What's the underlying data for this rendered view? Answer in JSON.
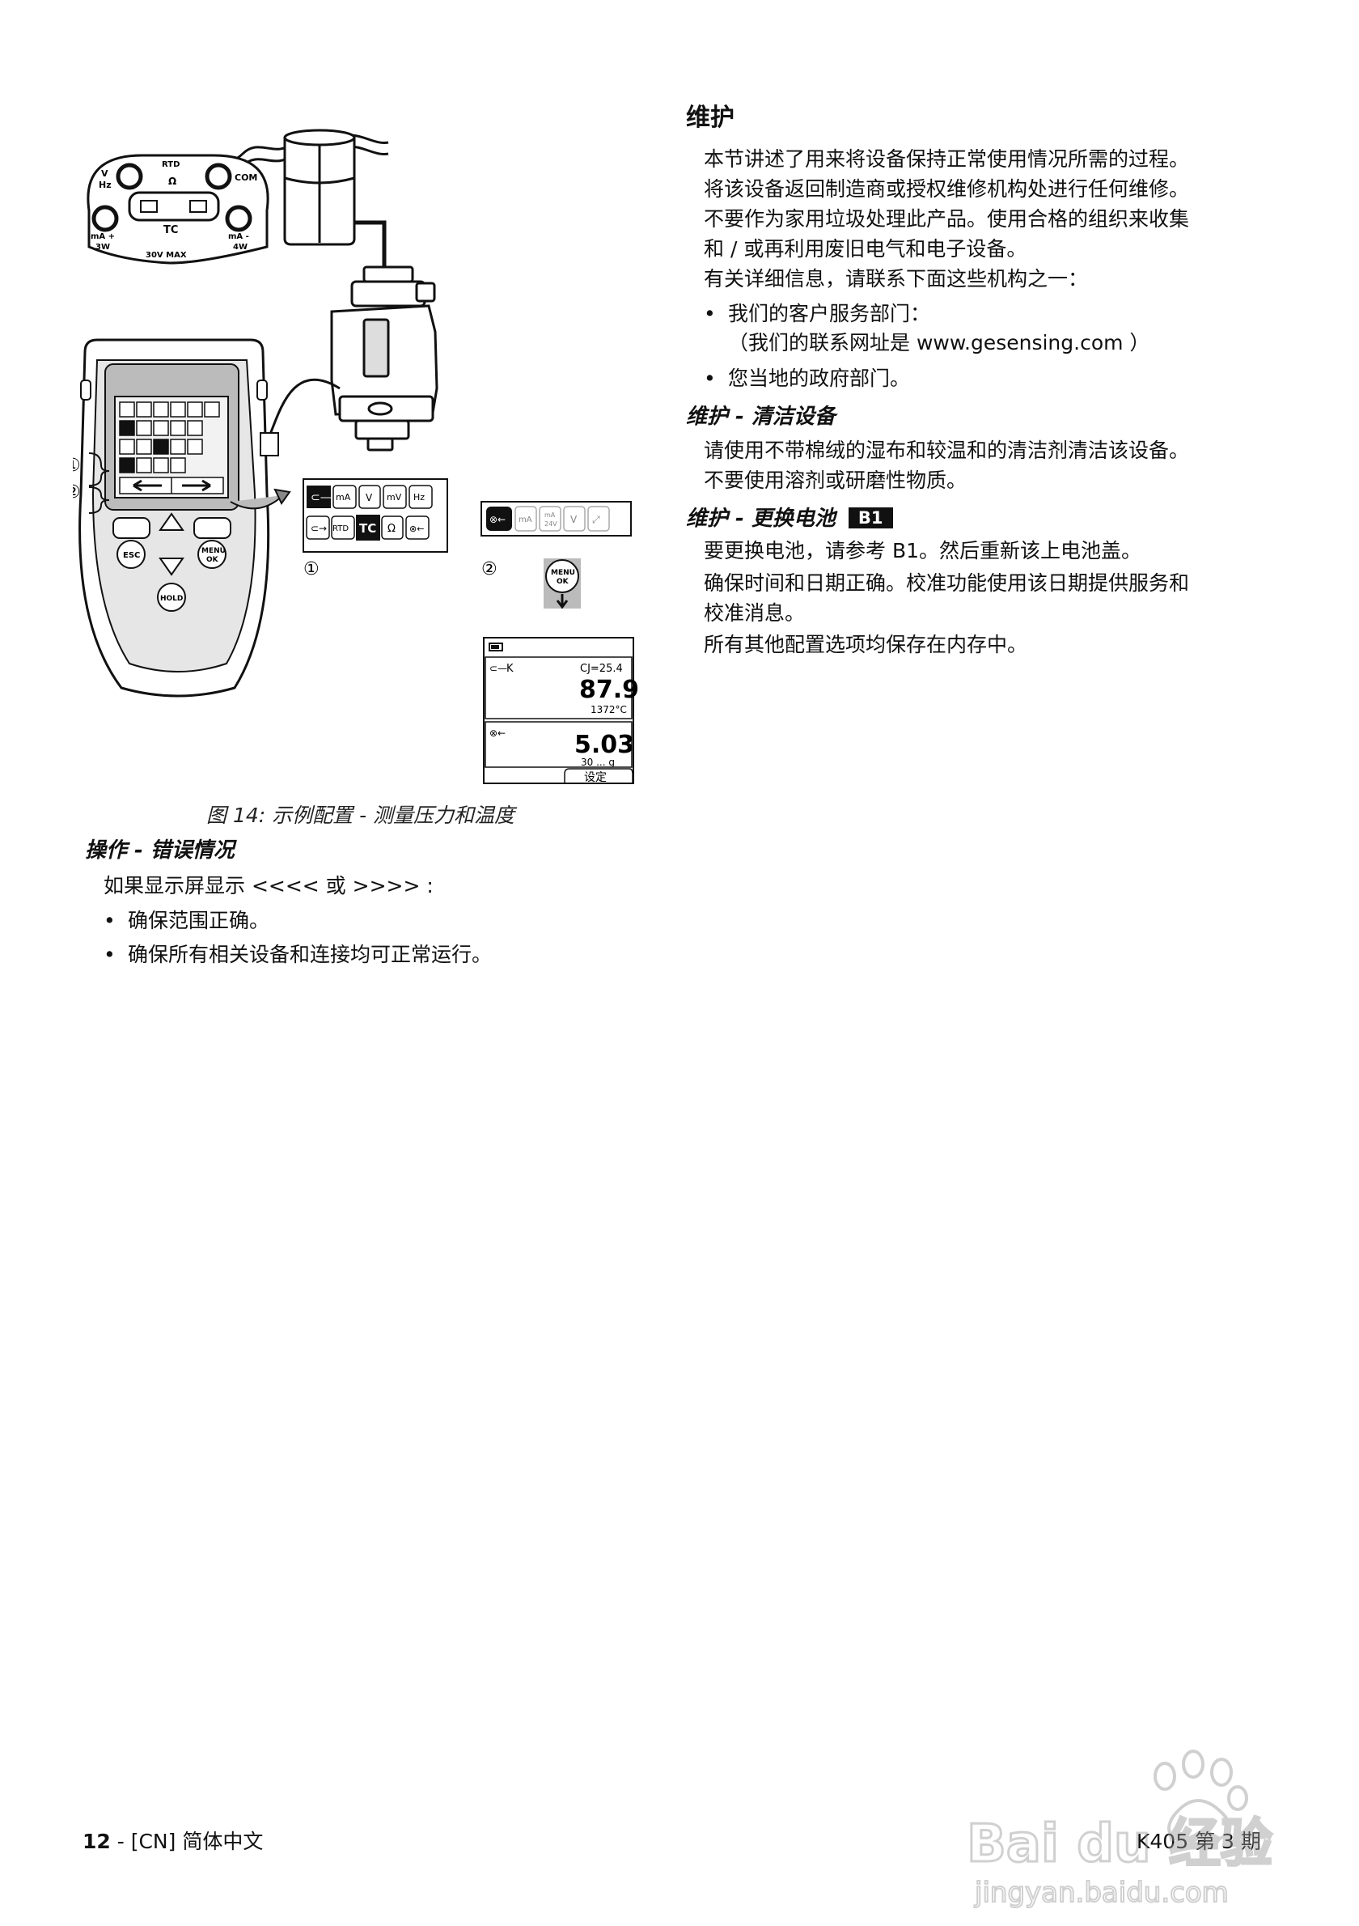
{
  "figure": {
    "caption": "图 14: 示例配置 - 测量压力和温度",
    "device_labels": {
      "v": "V",
      "hz": "Hz",
      "rtd": "RTD",
      "omega": "Ω",
      "com": "COM",
      "tc": "TC",
      "ma_plus": "mA +",
      "w3": "3W",
      "ma_minus": "mA -",
      "w4": "4W",
      "max": "30V MAX"
    },
    "keys": {
      "esc": "ESC",
      "menu": "MENU",
      "ok": "OK",
      "hold": "HOLD"
    },
    "callouts": {
      "one": "①",
      "two": "②"
    },
    "panel1": {
      "row1": [
        "mA",
        "V",
        "mV",
        "Hz"
      ],
      "row2": [
        "RTD",
        "TC",
        "Ω"
      ]
    },
    "panel2": {
      "row1": [
        "mA",
        "V"
      ],
      "ma_sub": "24V"
    },
    "menu_button": {
      "line1": "MENU",
      "line2": "OK"
    },
    "display": {
      "channel1_label": "K",
      "cj": "CJ=25.4",
      "value1": "87.9",
      "range1": "1372°C",
      "value2": "5.03",
      "range2": "30 ... g",
      "softkey": "设定"
    }
  },
  "left": {
    "heading": "操作 - 错误情况",
    "intro": "如果显示屏显示 <<<< 或 >>>> :",
    "bullets": [
      "确保范围正确。",
      "确保所有相关设备和连接均可正常运行。"
    ]
  },
  "right": {
    "heading": "维护",
    "paragraphs": [
      "本节讲述了用来将设备保持正常使用情况所需的过程。",
      "将该设备返回制造商或授权维修机构处进行任何维修。",
      "不要作为家用垃圾处理此产品。使用合格的组织来收集",
      "和 / 或再利用废旧电气和电子设备。",
      "有关详细信息，请联系下面这些机构之一："
    ],
    "bullet1": "我们的客户服务部门：",
    "bullet1_note": "（我们的联系网址是 www.gesensing.com ）",
    "bullet2": "您当地的政府部门。",
    "clean_heading": "维护 - 清洁设备",
    "clean_lines": [
      "请使用不带棉绒的湿布和较温和的清洁剂清洁该设备。",
      "不要使用溶剂或研磨性物质。"
    ],
    "battery_heading": "维护 - 更换电池",
    "battery_badge": "B1",
    "battery_lines": [
      "要更换电池，请参考 B1。然后重新该上电池盖。",
      "确保时间和日期正确。校准功能使用该日期提供服务和",
      "校准消息。",
      "所有其他配置选项均保存在内存中。"
    ]
  },
  "footer": {
    "page_number": "12",
    "language": "- [CN] 简体中文",
    "issue": "K405 第 3 期"
  },
  "watermark": {
    "brand": "Bai du 经验",
    "url": "jingyan.baidu.com"
  }
}
